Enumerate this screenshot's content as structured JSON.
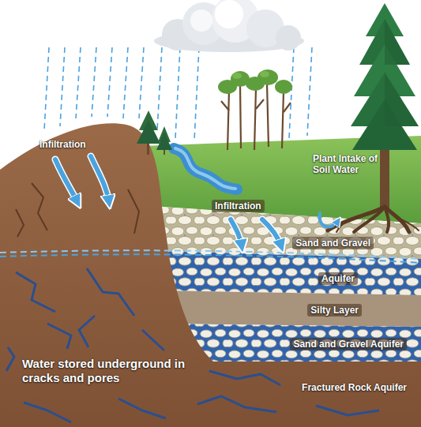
{
  "diagram": {
    "labels": [
      "Infiltration",
      "Plant Intake of Soil Water",
      "Infiltration",
      "Sand and Gravel",
      "Aquifer",
      "Silty Layer",
      "Sand and Gravel Aquifer",
      "Water stored underground in cracks and pores",
      "Fractured Rock Aquifer"
    ]
  }
}
